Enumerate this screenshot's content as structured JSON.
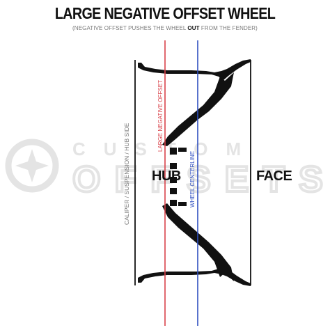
{
  "diagram": {
    "title": "LARGE NEGATIVE OFFSET WHEEL",
    "subtitle": {
      "before": "(NEGATIVE OFFSET PUSHES THE WHEEL ",
      "emphasis": "OUT",
      "after": " FROM THE FENDER)"
    },
    "labels": {
      "hub": "HUB",
      "face": "FACE",
      "hub_side": "CALIPER / SUSPENSION / HUB SIDE",
      "offset_line": "LARGE NEGATIVE OFFSET",
      "centerline": "WHEEL CENTERLINE"
    },
    "watermark": {
      "line1": "CUSTOM",
      "line2": "OFFSETS"
    },
    "colors": {
      "offset_line": "#d9424a",
      "centerline": "#2f4fc0",
      "wheel": "#111111",
      "watermark": "#e4e4e4"
    }
  }
}
